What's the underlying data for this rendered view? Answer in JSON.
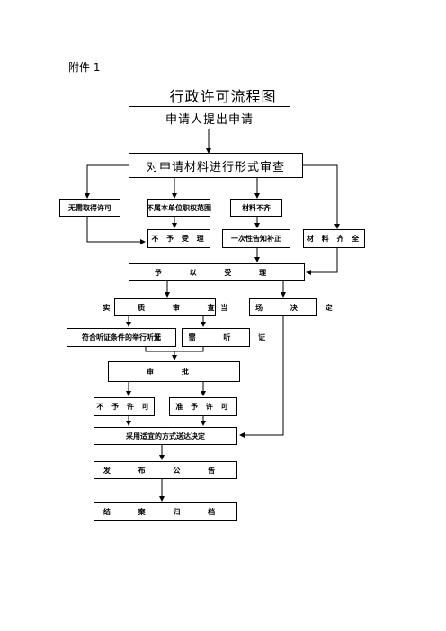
{
  "header": {
    "attachment": "附件 1",
    "title": "行政许可流程图"
  },
  "nodes": {
    "apply": "申请人提出申请",
    "review_form": "对申请材料进行形式审查",
    "no_permit_needed": "无需取得许可",
    "out_of_scope": "不属本单位职权范围",
    "materials_incomplete": "材料不齐",
    "not_accepted": "不 予 受 理",
    "notify_once": "一次性告知补正",
    "materials_complete": "材 料 齐 全",
    "accepted": "予 以 受 理",
    "substantive_review": "实 质 审 查",
    "on_site_decision": "当 场 决 定",
    "hold_hearing": "符合听证条件的举行听证",
    "no_hearing": "无 需 听 证",
    "approval": "审 批",
    "deny": "不 予 许 可",
    "grant": "准 予 许 可",
    "deliver": "采用适宜的方式送达决定",
    "publish": "发 布 公 告",
    "archive": "结 案 归 档"
  },
  "colors": {
    "line": "#000000",
    "box_border": "#000000",
    "background": "#ffffff"
  }
}
